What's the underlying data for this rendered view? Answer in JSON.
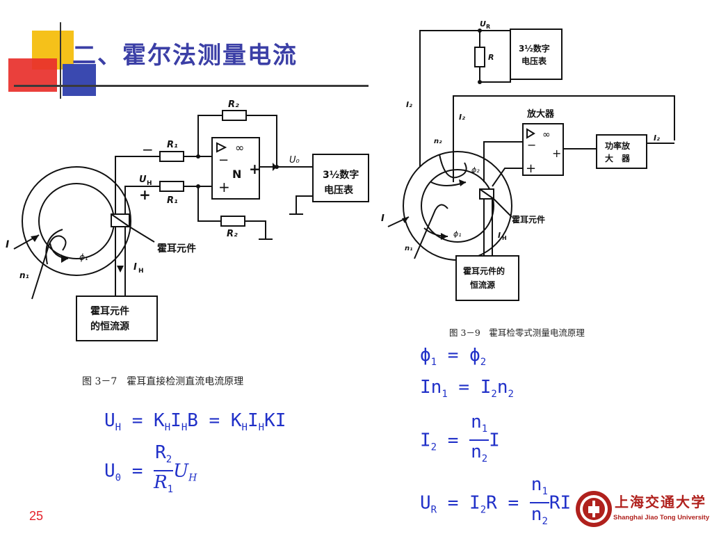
{
  "slide": {
    "title": "二、霍尔法测量电流",
    "page_number": "25"
  },
  "figure_left": {
    "caption": "图 3－7　霍耳直接检测直流电流原理",
    "labels": {
      "r2_top": "R₂",
      "r1_top": "R₁",
      "r1_bottom": "R₁",
      "r2_bottom": "R₂",
      "minus": "−",
      "plus": "+",
      "uh": "U",
      "uh_sub": "H",
      "uo": "U₀",
      "n_label": "N",
      "infinity": "∞",
      "op_minus": "−",
      "op_plus": "+",
      "out_plus": "+",
      "voltmeter_line1": "3½数字",
      "voltmeter_line2": "电压表",
      "hall_element": "霍耳元件",
      "i_in": "I",
      "n1": "n₁",
      "phi1": "ϕ₁",
      "ih": "I",
      "ih_sub": "H",
      "source_line1": "霍耳元件",
      "source_line2": "的恒流源"
    }
  },
  "figure_right": {
    "caption": "图 3－9　霍耳检零式测量电流原理",
    "labels": {
      "ur": "U",
      "ur_sub": "R",
      "r": "R",
      "voltmeter_line1": "3½数字",
      "voltmeter_line2": "电压表",
      "i2_left": "I₂",
      "i2_mid": "I₂",
      "amplifier": "放大器",
      "infinity": "∞",
      "op_minus": "−",
      "op_plus": "+",
      "out_plus": "+",
      "power_amp_line1": "功率放",
      "power_amp_line2": "大　器",
      "i2_right": "I₂",
      "n2": "n₂",
      "phi2": "ϕ₂",
      "hall_element": "霍耳元件",
      "i_in": "I",
      "phi1": "ϕ₁",
      "ih": "I",
      "ih_sub": "H",
      "n1": "n₁",
      "source_line1": "霍耳元件的",
      "source_line2": "恒流源"
    }
  },
  "equations_left": {
    "eq1": {
      "lhs": "U",
      "lhs_sub": "H",
      "mid": "= K",
      "k_sub": "H",
      "i": "I",
      "i_sub": "H",
      "b": "B = K",
      "k2_sub": "H",
      "i2": "I",
      "i2_sub": "H",
      "tail": "KI"
    },
    "eq2": {
      "lhs": "U",
      "lhs_sub": "0",
      "eq": "=",
      "num": "R",
      "num_sub": "2",
      "den": "R",
      "den_sub": "1",
      "u": "U",
      "u_sub": "H"
    }
  },
  "equations_right": {
    "eq1": {
      "a": "ϕ",
      "a_sub": "1",
      "eq": "=",
      "b": "ϕ",
      "b_sub": "2"
    },
    "eq2": {
      "a": "In",
      "a_sub": "1",
      "eq": "= I",
      "b_sub": "2",
      "c": "n",
      "c_sub": "2"
    },
    "eq3": {
      "lhs": "I",
      "lhs_sub": "2",
      "eq": "=",
      "num": "n",
      "num_sub": "1",
      "den": "n",
      "den_sub": "2",
      "tail": "I"
    },
    "eq4": {
      "lhs": "U",
      "lhs_sub": "R",
      "eq": "= I",
      "i_sub": "2",
      "r": "R =",
      "num": "n",
      "num_sub": "1",
      "den": "n",
      "den_sub": "2",
      "tail": "RI"
    }
  },
  "logo": {
    "name_cn": "上海交通大学",
    "name_en": "Shanghai Jiao Tong University"
  }
}
